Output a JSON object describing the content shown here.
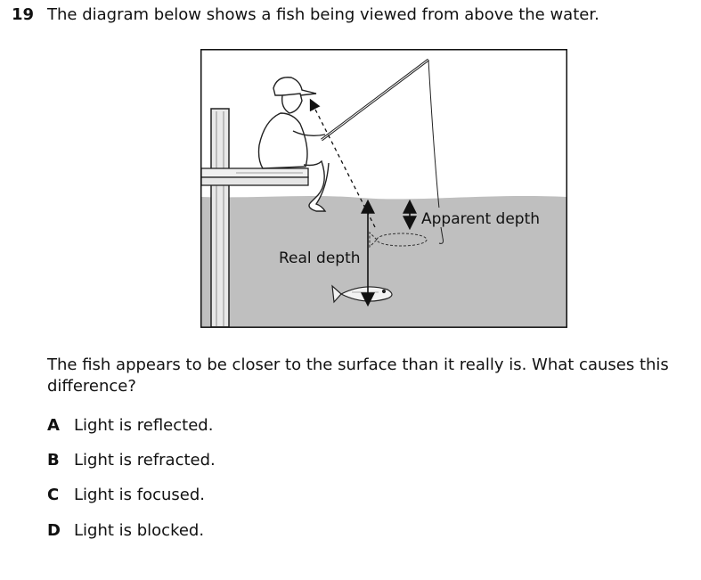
{
  "question": {
    "number": "19",
    "stem": "The diagram below shows a fish being viewed from above the water."
  },
  "figure": {
    "labels": {
      "apparent_depth": "Apparent depth",
      "real_depth": "Real depth"
    }
  },
  "prompt": "The fish appears to be closer to the surface than it really is. What causes this difference?",
  "choices": [
    {
      "letter": "A",
      "text": "Light is reflected."
    },
    {
      "letter": "B",
      "text": "Light is refracted."
    },
    {
      "letter": "C",
      "text": "Light is focused."
    },
    {
      "letter": "D",
      "text": "Light is blocked."
    }
  ]
}
